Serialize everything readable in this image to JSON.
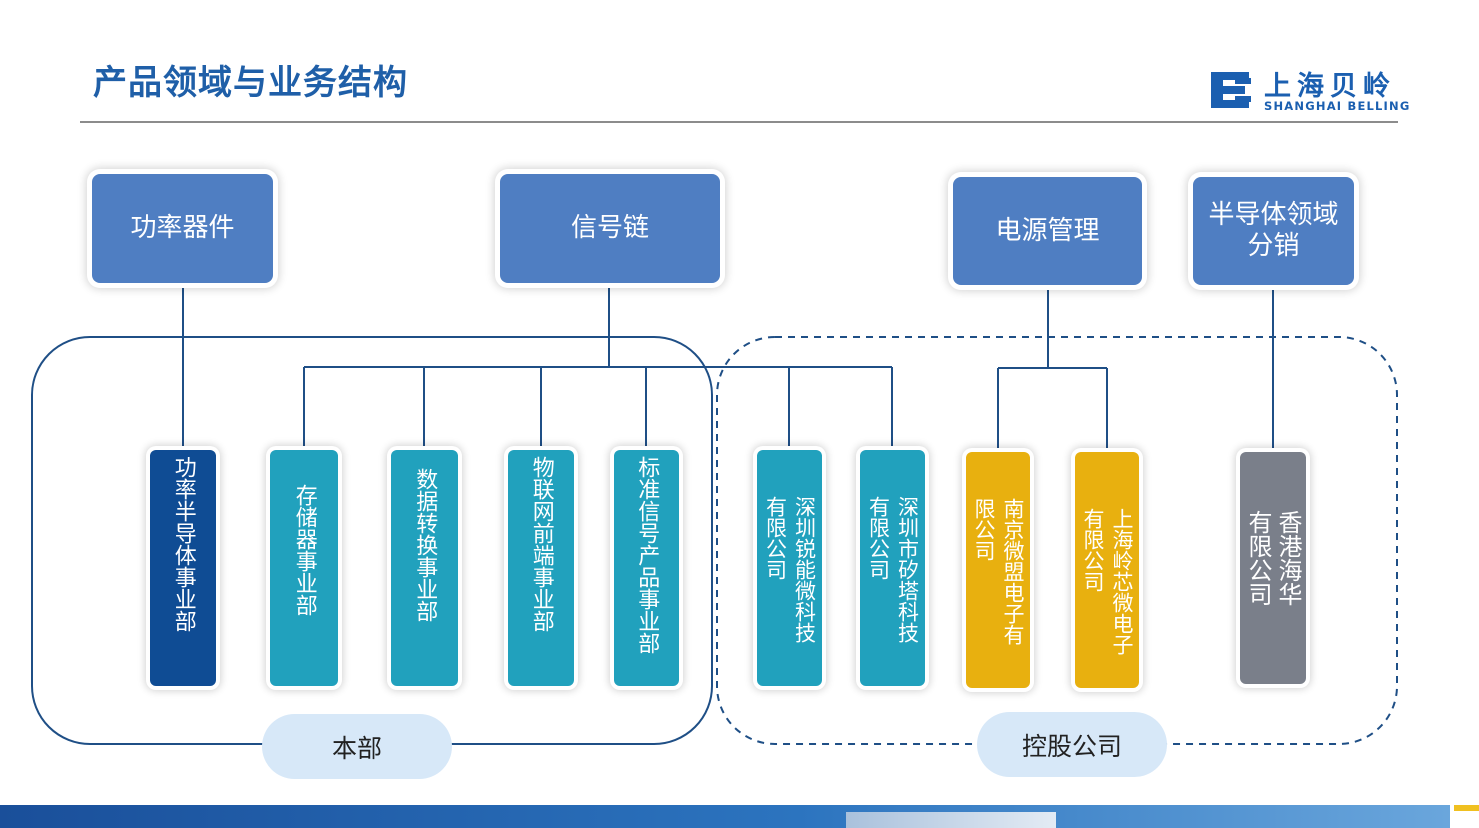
{
  "page": {
    "title": "产品领域与业务结构"
  },
  "logo": {
    "name_cn": "上海贝岭",
    "name_en": "SHANGHAI BELLING",
    "color": "#1b5fb0"
  },
  "categories": [
    {
      "label": "功率器件"
    },
    {
      "label": "信号链"
    },
    {
      "label": "电源管理"
    },
    {
      "label": "半导体领域分销"
    }
  ],
  "units": [
    {
      "label": "功率半导体事业部",
      "color": "#0f4c94"
    },
    {
      "label": "存储器事业部",
      "color": "#21a1bd"
    },
    {
      "label": "数据转换事业部",
      "color": "#21a1bd"
    },
    {
      "label": "物联网前端事业部",
      "color": "#21a1bd"
    },
    {
      "label": "标准信号产品事业部",
      "color": "#21a1bd"
    },
    {
      "label": "深圳锐能微科技有限公司",
      "color": "#21a1bd"
    },
    {
      "label": "深圳市矽塔科技有限公司",
      "color": "#21a1bd"
    },
    {
      "label": "南京微盟电子有限公司",
      "color": "#e8b00f"
    },
    {
      "label": "上海岭芯微电子有限公司",
      "color": "#e8b00f"
    },
    {
      "label": "香港海华有限公司",
      "color": "#7a7f8a"
    }
  ],
  "groups": [
    {
      "label": "本部"
    },
    {
      "label": "控股公司"
    }
  ],
  "colors": {
    "category": "#4f7ec2",
    "line": "#1f4f86",
    "pill": "#d7e8f8"
  }
}
